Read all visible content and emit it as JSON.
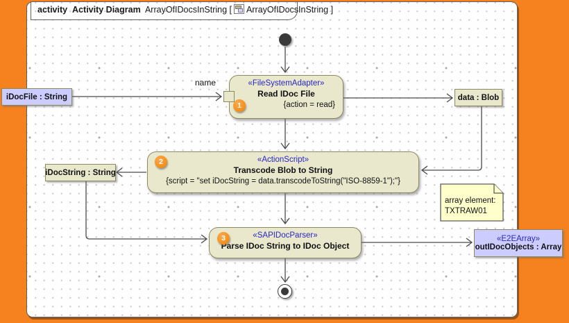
{
  "header": {
    "keyword": "activity",
    "type": "Activity Diagram",
    "name": "ArrayOfIDocsInString",
    "open": "[",
    "ref": "ArrayOfIDocsInString",
    "close": "]"
  },
  "actions": {
    "read": {
      "stereotype": "«FileSystemAdapter»",
      "name": "Read IDoc File",
      "property": "{action = read}",
      "badge": "1"
    },
    "transcode": {
      "stereotype": "«ActionScript»",
      "name": "Transcode Blob to String",
      "property": "{script = \"set iDocString = data.transcodeToString(\"ISO-8859-1\");\"}",
      "badge": "2"
    },
    "parse": {
      "stereotype": "«SAPIDocParser»",
      "name": "Parse IDoc String to IDoc Object",
      "badge": "3"
    }
  },
  "labels": {
    "idocfile": "iDocFile : String",
    "edge_name": "name",
    "datablob": "data : Blob",
    "idocstring": "iDocString : String",
    "out_stereotype": "«E2EArray»",
    "out_name": "outIDocObjects : Array"
  },
  "note": {
    "line1": "array element:",
    "line2": "TXTRAW01"
  },
  "colors": {
    "window_orange": "#F6821F",
    "node_fill": "#E9E7CC",
    "node_border": "#8B8960",
    "object_fill": "#CCCCFF",
    "note_fill": "#FFFFCC",
    "stereotype_blue": "#2727C6",
    "badge_orange": "#F6921E",
    "edge": "#4A4A4A"
  }
}
